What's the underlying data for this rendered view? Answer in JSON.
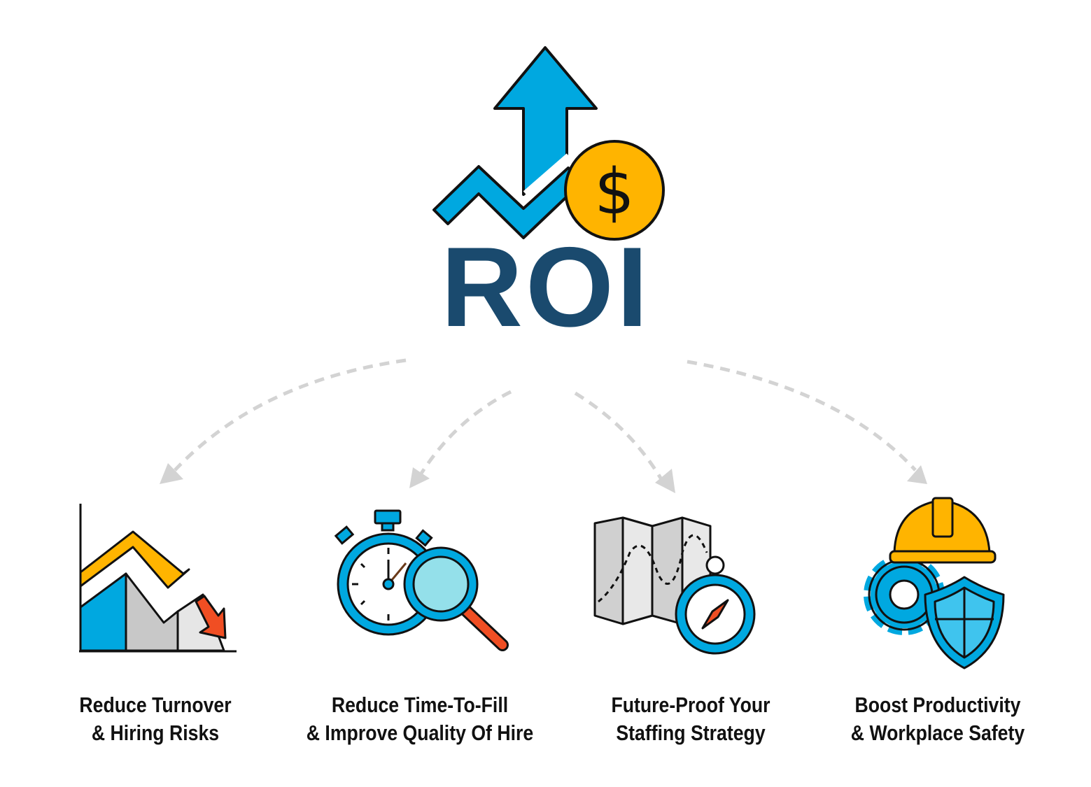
{
  "title": "ROI",
  "colors": {
    "blue": "#00a8e0",
    "gold": "#ffb400",
    "navy": "#1a4a6e",
    "red": "#f04e23",
    "gray": "#d0d0d0"
  },
  "benefits": [
    {
      "icon": "declining-chart-icon",
      "line1": "Reduce Turnover",
      "line2": "& Hiring Risks"
    },
    {
      "icon": "stopwatch-magnifier-icon",
      "line1": "Reduce Time-To-Fill",
      "line2": "& Improve Quality Of Hire"
    },
    {
      "icon": "map-compass-icon",
      "line1": "Future-Proof Your",
      "line2": "Staffing Strategy"
    },
    {
      "icon": "safety-gear-shield-icon",
      "line1": "Boost Productivity",
      "line2": "& Workplace Safety"
    }
  ]
}
